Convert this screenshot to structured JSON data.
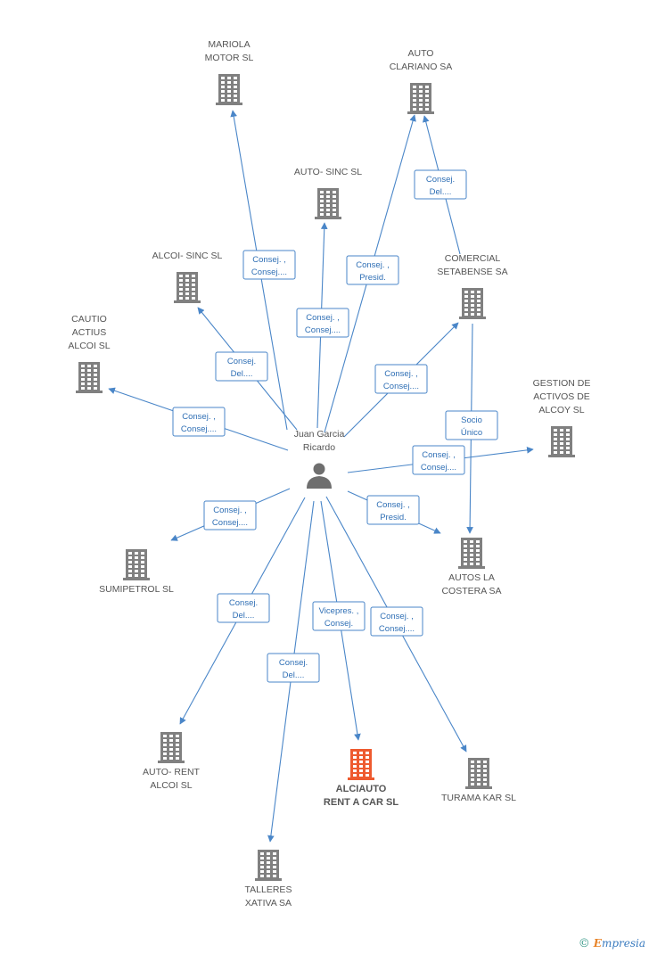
{
  "center": {
    "id": "juan",
    "label": [
      "Juan Garcia",
      "Ricardo"
    ]
  },
  "colors": {
    "building": "#808080",
    "highlight": "#ee5a2f",
    "edge": "#4a86c8",
    "person": "#6e6e6e"
  },
  "nodes": [
    {
      "id": "mariola",
      "label": [
        "MARIOLA",
        "MOTOR SL"
      ],
      "highlight": false
    },
    {
      "id": "clariano",
      "label": [
        "AUTO",
        "CLARIANO SA"
      ],
      "highlight": false
    },
    {
      "id": "autosinc",
      "label": [
        "AUTO- SINC SL"
      ],
      "highlight": false
    },
    {
      "id": "alcoisinc",
      "label": [
        "ALCOI- SINC SL"
      ],
      "highlight": false
    },
    {
      "id": "setabense",
      "label": [
        "COMERCIAL",
        "SETABENSE SA"
      ],
      "highlight": false
    },
    {
      "id": "cautio",
      "label": [
        "CAUTIO",
        "ACTIUS",
        "ALCOI SL"
      ],
      "highlight": false
    },
    {
      "id": "gestion",
      "label": [
        "GESTION DE",
        "ACTIVOS DE",
        "ALCOY SL"
      ],
      "highlight": false
    },
    {
      "id": "sumipetrol",
      "label": [
        "SUMIPETROL SL"
      ],
      "highlight": false
    },
    {
      "id": "costera",
      "label": [
        "AUTOS LA",
        "COSTERA SA"
      ],
      "highlight": false
    },
    {
      "id": "autorent",
      "label": [
        "AUTO- RENT",
        "ALCOI SL"
      ],
      "highlight": false
    },
    {
      "id": "alciauto",
      "label": [
        "ALCIAUTO",
        "RENT A CAR SL"
      ],
      "highlight": true
    },
    {
      "id": "turama",
      "label": [
        "TURAMA KAR SL"
      ],
      "highlight": false
    },
    {
      "id": "talleres",
      "label": [
        "TALLERES",
        "XATIVA SA"
      ],
      "highlight": false
    }
  ],
  "edges": [
    {
      "from": "juan",
      "to": "mariola",
      "label": [
        "Consej. ,",
        "Consej...."
      ]
    },
    {
      "from": "juan",
      "to": "clariano",
      "label": [
        "Consej. ,",
        "Presid."
      ]
    },
    {
      "from": "setabense",
      "to": "clariano",
      "label": [
        "Consej.",
        "Del...."
      ]
    },
    {
      "from": "juan",
      "to": "autosinc",
      "label": [
        "Consej. ,",
        "Consej...."
      ]
    },
    {
      "from": "juan",
      "to": "alcoisinc",
      "label": [
        "Consej.",
        "Del...."
      ]
    },
    {
      "from": "juan",
      "to": "setabense",
      "label": [
        "Consej. ,",
        "Consej...."
      ]
    },
    {
      "from": "juan",
      "to": "cautio",
      "label": [
        "Consej. ,",
        "Consej...."
      ]
    },
    {
      "from": "setabense",
      "to": "costera",
      "label": [
        "Socio",
        "Único"
      ]
    },
    {
      "from": "juan",
      "to": "gestion",
      "label": [
        "Consej. ,",
        "Consej...."
      ]
    },
    {
      "from": "juan",
      "to": "sumipetrol",
      "label": [
        "Consej. ,",
        "Consej...."
      ]
    },
    {
      "from": "juan",
      "to": "costera",
      "label": [
        "Consej. ,",
        "Presid."
      ]
    },
    {
      "from": "juan",
      "to": "autorent",
      "label": [
        "Consej.",
        "Del...."
      ]
    },
    {
      "from": "juan",
      "to": "alciauto",
      "label": [
        "Vicepres. ,",
        "Consej."
      ]
    },
    {
      "from": "juan",
      "to": "turama",
      "label": [
        "Consej. ,",
        "Consej...."
      ]
    },
    {
      "from": "juan",
      "to": "talleres",
      "label": [
        "Consej.",
        "Del...."
      ]
    }
  ],
  "footer": {
    "copyright": "©",
    "brand_initial": "E",
    "brand_rest": "mpresia"
  }
}
